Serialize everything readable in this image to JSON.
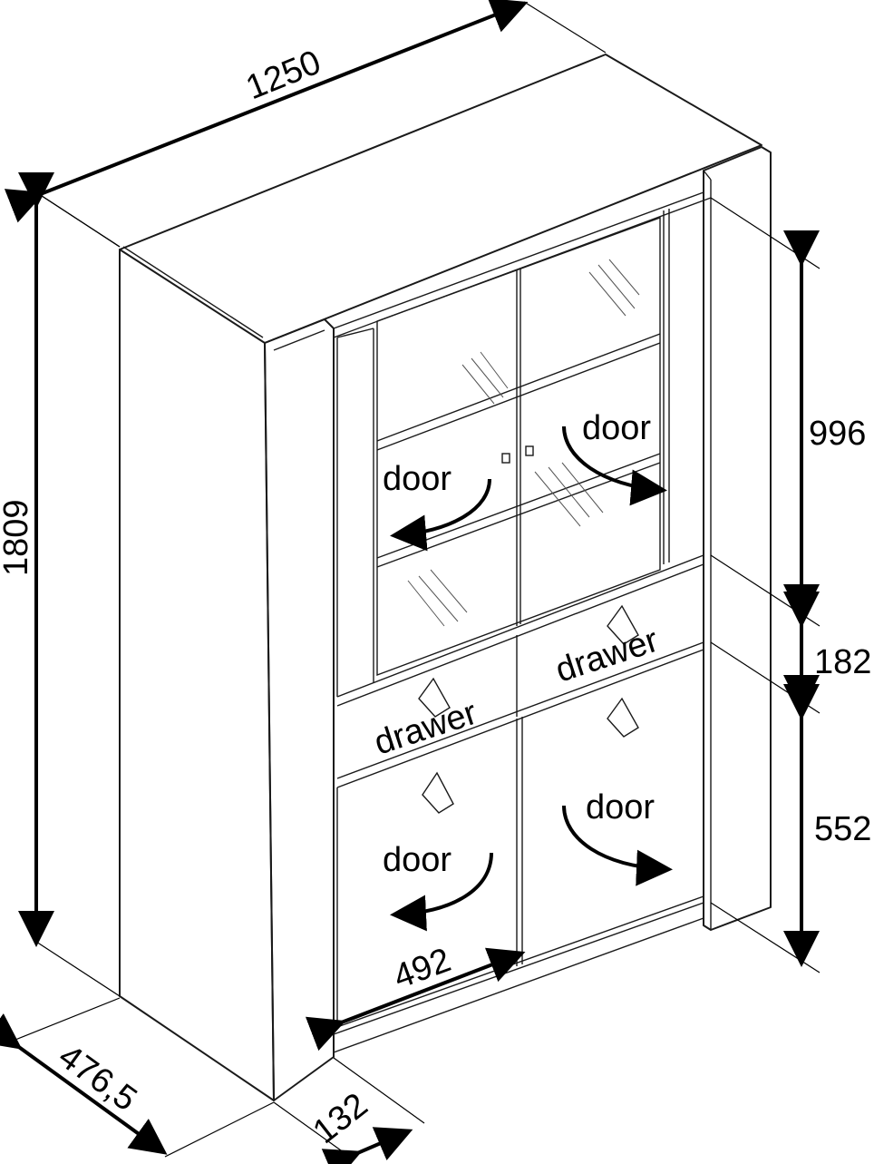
{
  "dimensions": {
    "width": "1250",
    "height": "1809",
    "depth": "476,5",
    "side_depth": "132",
    "upper_section": "996",
    "drawer_section": "182",
    "lower_section": "552",
    "door_width": "492"
  },
  "labels": {
    "door_upper_left": "door",
    "door_upper_right": "door",
    "drawer_left": "drawer",
    "drawer_right": "drawer",
    "door_lower_left": "door",
    "door_lower_right": "door"
  }
}
